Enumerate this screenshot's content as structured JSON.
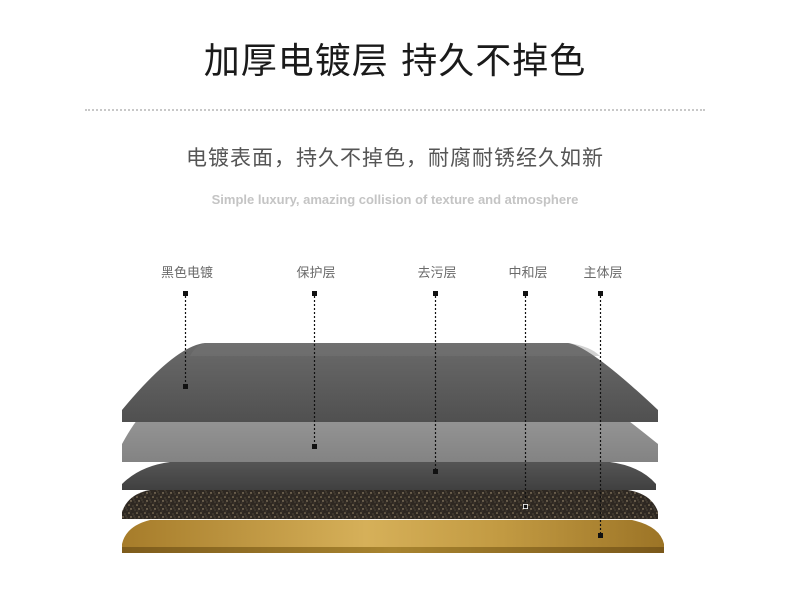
{
  "heading": {
    "title": "加厚电镀层 持久不掉色",
    "subtitle": "电镀表面，持久不掉色，耐腐耐锈经久如新",
    "english": "Simple luxury, amazing collision of texture and atmosphere"
  },
  "layers": [
    {
      "label": "黑色电镀",
      "color": "#5b5b5b"
    },
    {
      "label": "保护层",
      "color": "#8e8e8e"
    },
    {
      "label": "去污层",
      "color": "#4a4a4a"
    },
    {
      "label": "中和层",
      "color": "#3a332c"
    },
    {
      "label": "主体层",
      "color": "#b8902f"
    }
  ]
}
